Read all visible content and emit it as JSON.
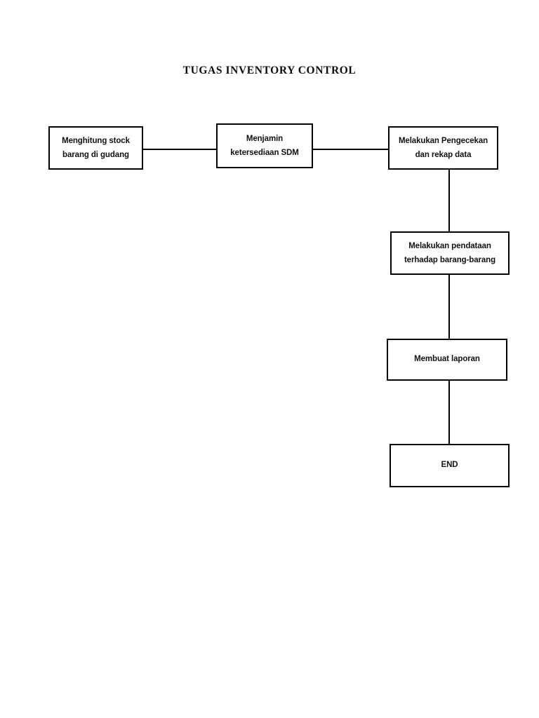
{
  "page": {
    "title": "TUGAS INVENTORY CONTROL",
    "background_color": "#ffffff",
    "ink_color": "#000000"
  },
  "diagram": {
    "type": "flowchart",
    "orientation": "left-to-right then top-to-bottom",
    "nodes": [
      {
        "id": "hitung-stock",
        "label": "Menghitung stock\nbarang di gudang",
        "shape": "rectangle",
        "lines": [
          "Menghitung stock",
          "barang di gudang"
        ]
      },
      {
        "id": "jamin-sdm",
        "label": "Menjamin\nketersediaan SDM",
        "shape": "rectangle",
        "lines": [
          "Menjamin",
          "ketersediaan SDM"
        ]
      },
      {
        "id": "pengecekan",
        "label": "Melakukan Pengecekan\ndan rekap data",
        "shape": "rectangle",
        "lines": [
          "Melakukan Pengecekan",
          "dan rekap data"
        ]
      },
      {
        "id": "pendataan",
        "label": "Melakukan pendataan\nterhadap barang-barang",
        "shape": "rectangle",
        "lines": [
          "Melakukan pendataan",
          "terhadap barang-barang"
        ]
      },
      {
        "id": "laporan",
        "label": "Membuat laporan",
        "shape": "rectangle",
        "lines": [
          "Membuat laporan"
        ]
      },
      {
        "id": "end",
        "label": "END",
        "shape": "rectangle",
        "lines": [
          "END"
        ]
      }
    ],
    "edges": [
      {
        "id": "conn-1-2",
        "from": "hitung-stock",
        "to": "jamin-sdm",
        "style": "horizontal-line",
        "arrowhead": "none"
      },
      {
        "id": "conn-2-3",
        "from": "jamin-sdm",
        "to": "pengecekan",
        "style": "horizontal-line",
        "arrowhead": "none"
      },
      {
        "id": "conn-3-4",
        "from": "pengecekan",
        "to": "pendataan",
        "style": "vertical-line",
        "arrowhead": "none"
      },
      {
        "id": "conn-4-5",
        "from": "pendataan",
        "to": "laporan",
        "style": "vertical-line",
        "arrowhead": "none"
      },
      {
        "id": "conn-5-end",
        "from": "laporan",
        "to": "end",
        "style": "vertical-line",
        "arrowhead": "none"
      }
    ]
  }
}
